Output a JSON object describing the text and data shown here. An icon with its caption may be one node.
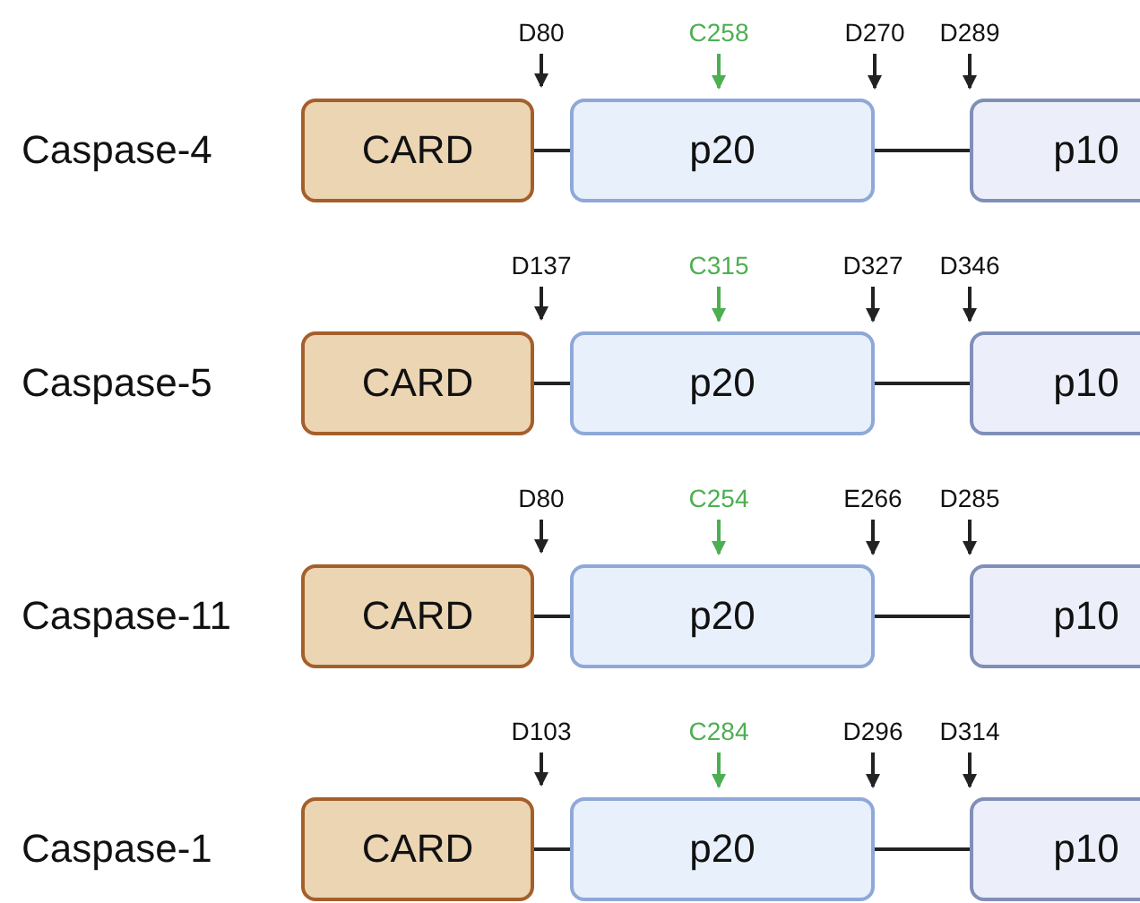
{
  "diagram": {
    "nodes": [
      {
        "text": [
          "D80"
        ]
      },
      {
        "text": [
          "C258"
        ]
      },
      {
        "text": [
          "D270"
        ]
      },
      {
        "text": [
          "D289"
        ]
      },
      {
        "text": [
          "CARD"
        ]
      },
      {
        "text": [
          "p20"
        ]
      },
      {
        "text": [
          "p10"
        ]
      },
      {
        "text": [
          "D137"
        ]
      },
      {
        "text": [
          "C315"
        ]
      },
      {
        "text": [
          "D327"
        ]
      },
      {
        "text": [
          "D346"
        ]
      },
      {
        "text": [
          "CARD"
        ]
      },
      {
        "text": [
          "p20"
        ]
      },
      {
        "text": [
          "p10"
        ]
      },
      {
        "text": [
          "D80"
        ]
      },
      {
        "text": [
          "C254"
        ]
      },
      {
        "text": [
          "E266"
        ]
      },
      {
        "text": [
          "D285"
        ]
      },
      {
        "text": [
          "CARD"
        ]
      },
      {
        "text": [
          "p20"
        ]
      },
      {
        "text": [
          "p10"
        ]
      },
      {
        "text": [
          "D103"
        ]
      },
      {
        "text": [
          "C284"
        ]
      },
      {
        "text": [
          "D296"
        ]
      },
      {
        "text": [
          "D314"
        ]
      },
      {
        "text": [
          "CARD"
        ]
      },
      {
        "text": [
          "p20"
        ]
      },
      {
        "text": [
          "p10"
        ]
      }
    ],
    "edges": [
      {
        "from": 4,
        "to": 5,
        "arrow": "none"
      },
      {
        "from": 5,
        "to": 6,
        "arrow": "none"
      },
      {
        "from": 0,
        "to": null,
        "arrow": "to"
      },
      {
        "from": 1,
        "to": 5,
        "arrow": "to",
        "color": "#4caf50"
      },
      {
        "from": 2,
        "to": 5,
        "arrow": "to"
      },
      {
        "from": 3,
        "to": 6,
        "arrow": "to"
      },
      {
        "from": 11,
        "to": 12,
        "arrow": "none"
      },
      {
        "from": 12,
        "to": 13,
        "arrow": "none"
      },
      {
        "from": 7,
        "to": null,
        "arrow": "to"
      },
      {
        "from": 8,
        "to": 12,
        "arrow": "to",
        "color": "#4caf50"
      },
      {
        "from": 9,
        "to": 12,
        "arrow": "to"
      },
      {
        "from": 10,
        "to": 13,
        "arrow": "to"
      },
      {
        "from": 18,
        "to": 19,
        "arrow": "none"
      },
      {
        "from": 19,
        "to": 20,
        "arrow": "none"
      },
      {
        "from": 14,
        "to": null,
        "arrow": "to"
      },
      {
        "from": 15,
        "to": 19,
        "arrow": "to",
        "color": "#4caf50"
      },
      {
        "from": 16,
        "to": 19,
        "arrow": "to"
      },
      {
        "from": 17,
        "to": 20,
        "arrow": "to"
      },
      {
        "from": 25,
        "to": 26,
        "arrow": "none"
      },
      {
        "from": 26,
        "to": 27,
        "arrow": "none"
      },
      {
        "from": 21,
        "to": null,
        "arrow": "to"
      },
      {
        "from": 22,
        "to": 26,
        "arrow": "to",
        "color": "#4caf50"
      },
      {
        "from": 23,
        "to": 26,
        "arrow": "to"
      },
      {
        "from": 24,
        "to": 27,
        "arrow": "to"
      }
    ],
    "labels": [
      "Caspase-4",
      "Caspase-5",
      "Caspase-11",
      "Caspase-1"
    ]
  }
}
